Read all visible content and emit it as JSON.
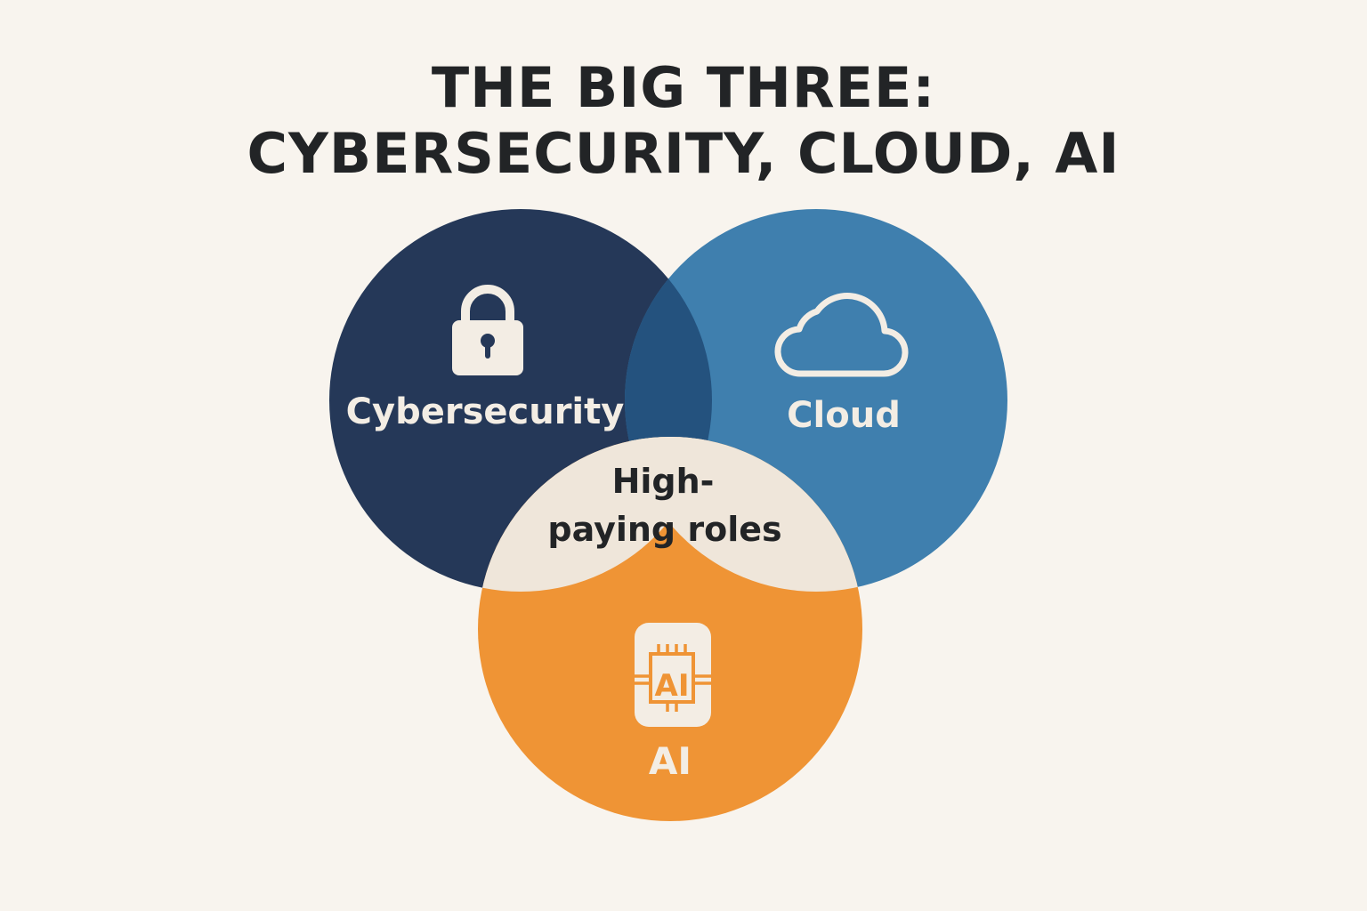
{
  "title": {
    "line1": "THE BIG THREE:",
    "line2": "CYBERSECURITY, CLOUD, AI"
  },
  "venn": {
    "sets": [
      {
        "label": "Cybersecurity",
        "icon": "lock-icon",
        "color": "#253858"
      },
      {
        "label": "Cloud",
        "icon": "cloud-icon",
        "color": "#3f7fae"
      },
      {
        "label": "AI",
        "icon": "ai-chip-icon",
        "color": "#ef9435",
        "icon_text": "AI"
      }
    ],
    "center": {
      "line1": "High-",
      "line2": "paying roles",
      "color": "#efe6da"
    },
    "overlap_color": "#24527e"
  }
}
